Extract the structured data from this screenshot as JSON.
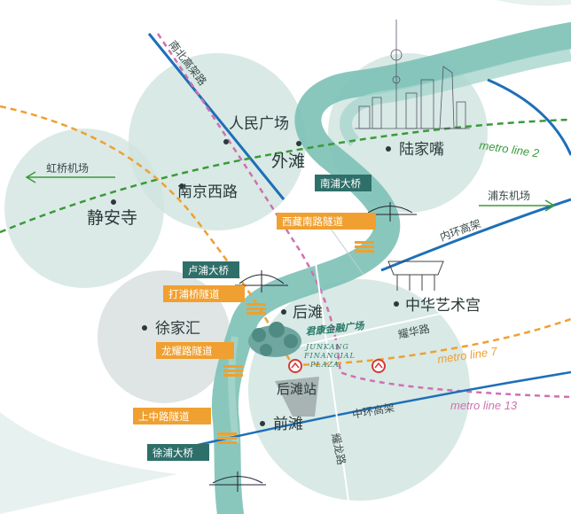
{
  "places": {
    "renmin_square": "人民广场",
    "the_bund": "外滩",
    "lujiazui": "陆家嘴",
    "nanjing_west_road": "南京西路",
    "jingan_temple": "静安寺",
    "xujiahui": "徐家汇",
    "houtan": "后滩",
    "china_art_palace": "中华艺术宫",
    "houtan_station": "后滩站",
    "qiantan": "前滩"
  },
  "transport": {
    "hongqiao_airport": "虹桥机场",
    "pudong_airport": "浦东机场",
    "north_south_elevated": "南北高架路",
    "inner_ring_elevated": "内环高架",
    "middle_ring_elevated": "中环高架",
    "yaohua_road": "耀华路",
    "yaolong_road": "耀龙路"
  },
  "metro": {
    "line2": "metro line 2",
    "line7": "metro line 7",
    "line13": "metro line 13"
  },
  "crossings": {
    "nanpu_bridge": "南浦大桥",
    "xizang_south_tunnel": "西藏南路隧道",
    "lupu_bridge": "卢浦大桥",
    "dapuqiao_tunnel": "打浦桥隧道",
    "longyao_tunnel": "龙耀路隧道",
    "shangzhong_tunnel": "上中路隧道",
    "xupu_bridge": "徐浦大桥"
  },
  "project": {
    "name_cn": "君康金融广场",
    "name_en_line1": "JUNKANG",
    "name_en_line2": "FINANCIAL",
    "name_en_line3": "PLAZA"
  },
  "colors": {
    "river": "#7cc1b6",
    "circle": "#cfe3df",
    "circle_gray": "#d9e0df",
    "tag_teal": "#2f6f6a",
    "tag_orange": "#f0a030",
    "line2": "#3a9a3a",
    "line7": "#f0a030",
    "line13": "#d070b0",
    "road_blue": "#1e6fb8",
    "station_red": "#d83838"
  }
}
